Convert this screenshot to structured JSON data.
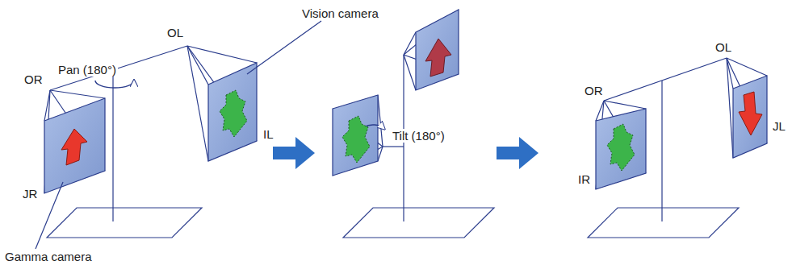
{
  "diagram": {
    "labels": [
      "Vision camera",
      "OL",
      "Pan (180°)",
      "OR",
      "IL",
      "JR",
      "Gamma camera",
      "Tilt (180°)",
      "OL",
      "OR",
      "IR",
      "JL"
    ]
  }
}
